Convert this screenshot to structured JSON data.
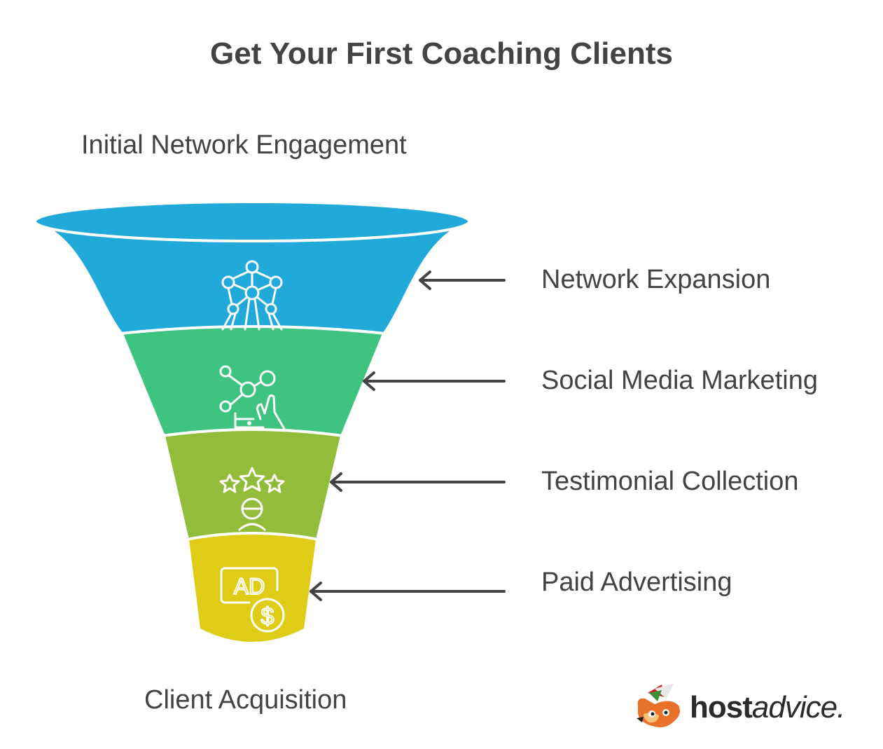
{
  "title": "Get Your First Coaching Clients",
  "top_label": "Initial Network Engagement",
  "bottom_label": "Client Acquisition",
  "stages": [
    {
      "label": "Network Expansion",
      "color": "#20a9d9",
      "icon": "atomium-network-icon"
    },
    {
      "label": "Social Media Marketing",
      "color": "#3ec47f",
      "icon": "social-media-phone-icon"
    },
    {
      "label": "Testimonial Collection",
      "color": "#92bd3a",
      "icon": "stars-rating-person-icon"
    },
    {
      "label": "Paid Advertising",
      "color": "#dfcc17",
      "icon": "ad-dollar-icon"
    }
  ],
  "logo": {
    "bold": "host",
    "light": "advice."
  }
}
